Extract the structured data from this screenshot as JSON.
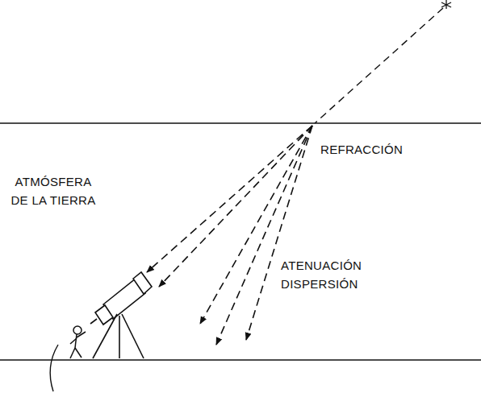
{
  "diagram": {
    "labels": [
      "REFRACCIÓN",
      "ATMÓSFERA DE LA TIERRA",
      "ATENUACIÓN DISPERSIÓN"
    ]
  }
}
